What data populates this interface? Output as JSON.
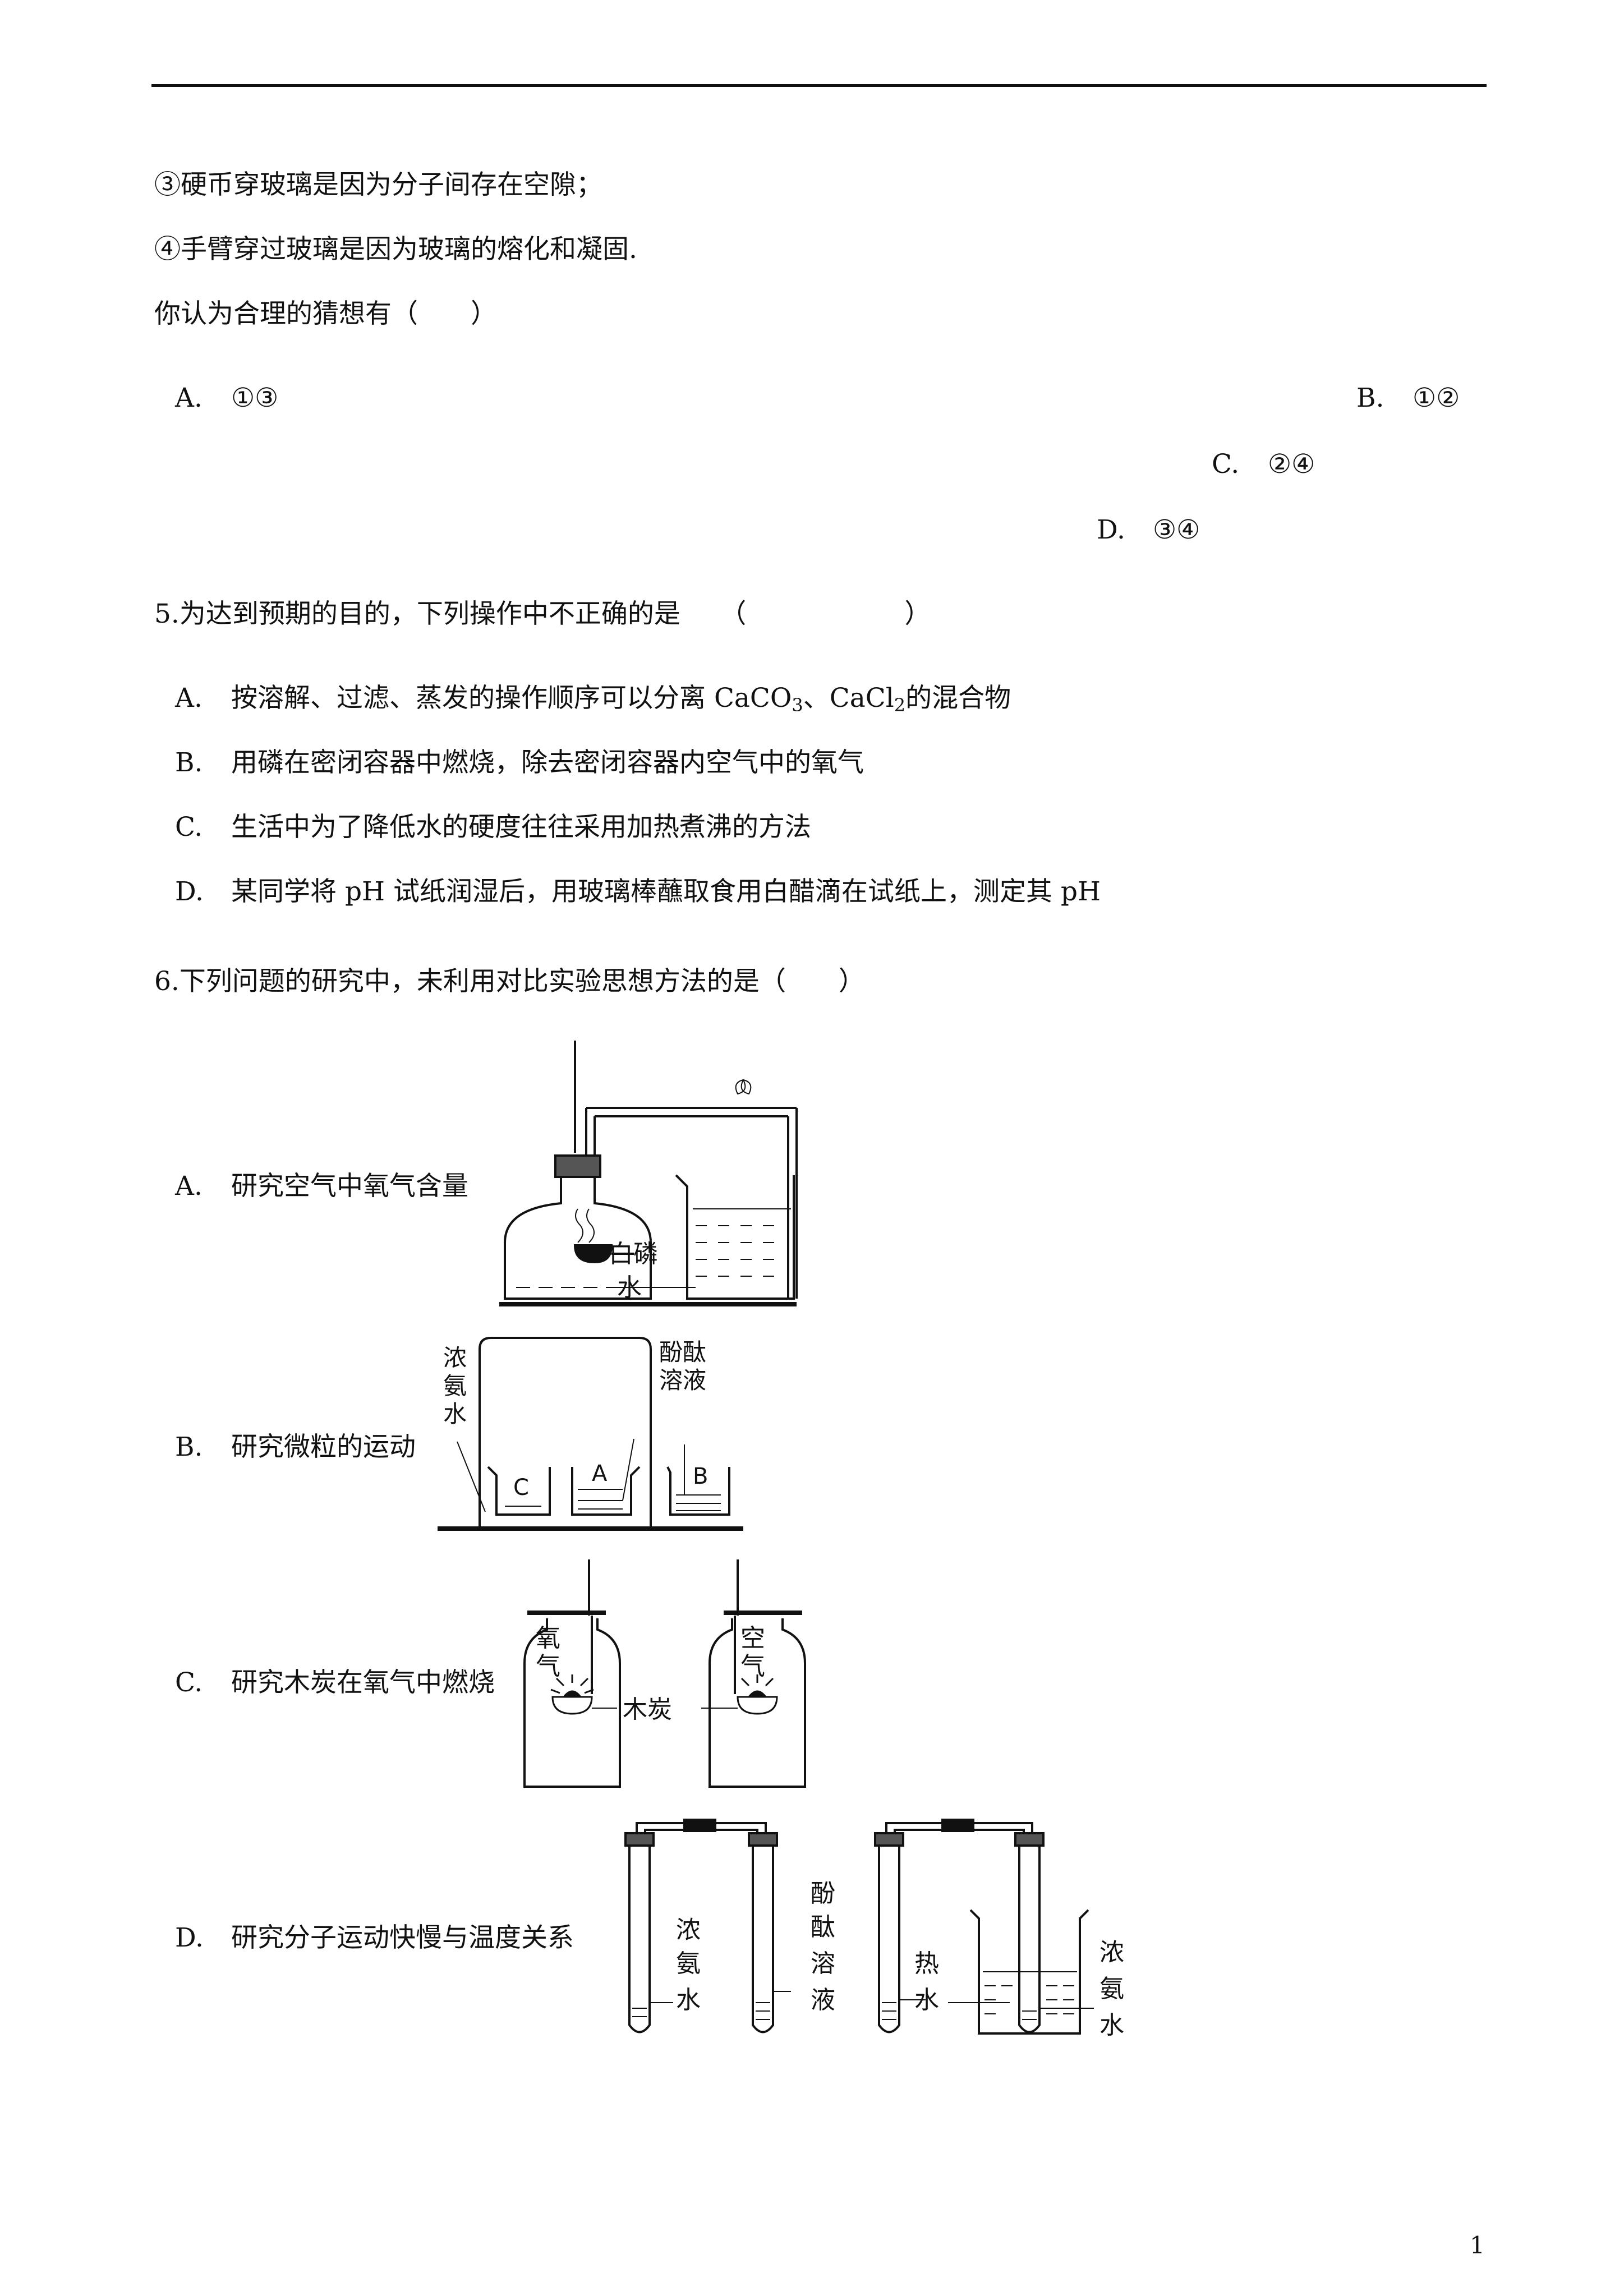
{
  "q4": {
    "line3": "③硬币穿玻璃是因为分子间存在空隙；",
    "line4": "④手臂穿过玻璃是因为玻璃的熔化和凝固.",
    "prompt": "你认为合理的猜想有（　　）",
    "options": [
      {
        "letter": "A.",
        "text": "①③"
      },
      {
        "letter": "B.",
        "text": "①②"
      },
      {
        "letter": "C.",
        "text": "②④"
      },
      {
        "letter": "D.",
        "text": "③④"
      }
    ]
  },
  "q5": {
    "stem": "5.为达到预期的目的，下列操作中不正确的是　　（　　　　　　）",
    "options": [
      {
        "letter": "A.",
        "text_before": "按溶解、过滤、蒸发的操作顺序可以分离 CaCO",
        "sub1": "3",
        "text_mid": "、CaCl",
        "sub2": "2",
        "text_after": "的混合物"
      },
      {
        "letter": "B.",
        "text": "用磷在密闭容器中燃烧，除去密闭容器内空气中的氧气"
      },
      {
        "letter": "C.",
        "text": "生活中为了降低水的硬度往往采用加热煮沸的方法"
      },
      {
        "letter": "D.",
        "text": "某同学将 pH 试纸润湿后，用玻璃棒蘸取食用白醋滴在试纸上，测定其 pH"
      }
    ]
  },
  "q6": {
    "stem": "6.下列问题的研究中，未利用对比实验思想方法的是（　　）",
    "options": [
      {
        "letter": "A.",
        "text": "研究空气中氧气含量"
      },
      {
        "letter": "B.",
        "text": "研究微粒的运动"
      },
      {
        "letter": "C.",
        "text": "研究木炭在氧气中燃烧"
      },
      {
        "letter": "D.",
        "text": "研究分子运动快慢与温度关系"
      }
    ],
    "figA": {
      "label1": "白磷",
      "label2": "水"
    },
    "figB": {
      "l1": "浓",
      "l2": "氨",
      "l3": "水",
      "r1": "酚酞",
      "r2": "溶液",
      "c": "C",
      "a": "A",
      "b": "B"
    },
    "figC": {
      "o1": "氧",
      "o2": "气",
      "k1": "空",
      "k2": "气",
      "mid": "木炭"
    },
    "figD": {
      "a1": "浓",
      "a2": "氨",
      "a3": "水",
      "f1": "酚",
      "f2": "酞",
      "f3": "溶",
      "f4": "液",
      "h1": "热",
      "h2": "水",
      "b1": "浓",
      "b2": "氨",
      "b3": "水"
    }
  },
  "page_number": "1"
}
